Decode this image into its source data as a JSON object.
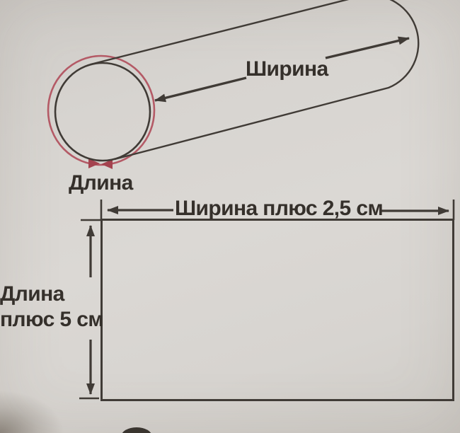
{
  "figure": {
    "description": "Measurement diagram of a cylinder and the fabric rectangle to cut",
    "labels": {
      "cylinder_width": "Ширина",
      "cylinder_length": "Длина",
      "rect_width": "Ширина плюс 2,5 см",
      "rect_height_line1": "Длина",
      "rect_height_line2": "плюс 5 см"
    },
    "colors": {
      "page_background": "#d8d5d1",
      "ink": "#403b36",
      "text": "#35302b",
      "accent_red_circle": "#b45a66",
      "accent_red_arrow": "#a4434f",
      "dark_shape": "#3a352f"
    }
  }
}
